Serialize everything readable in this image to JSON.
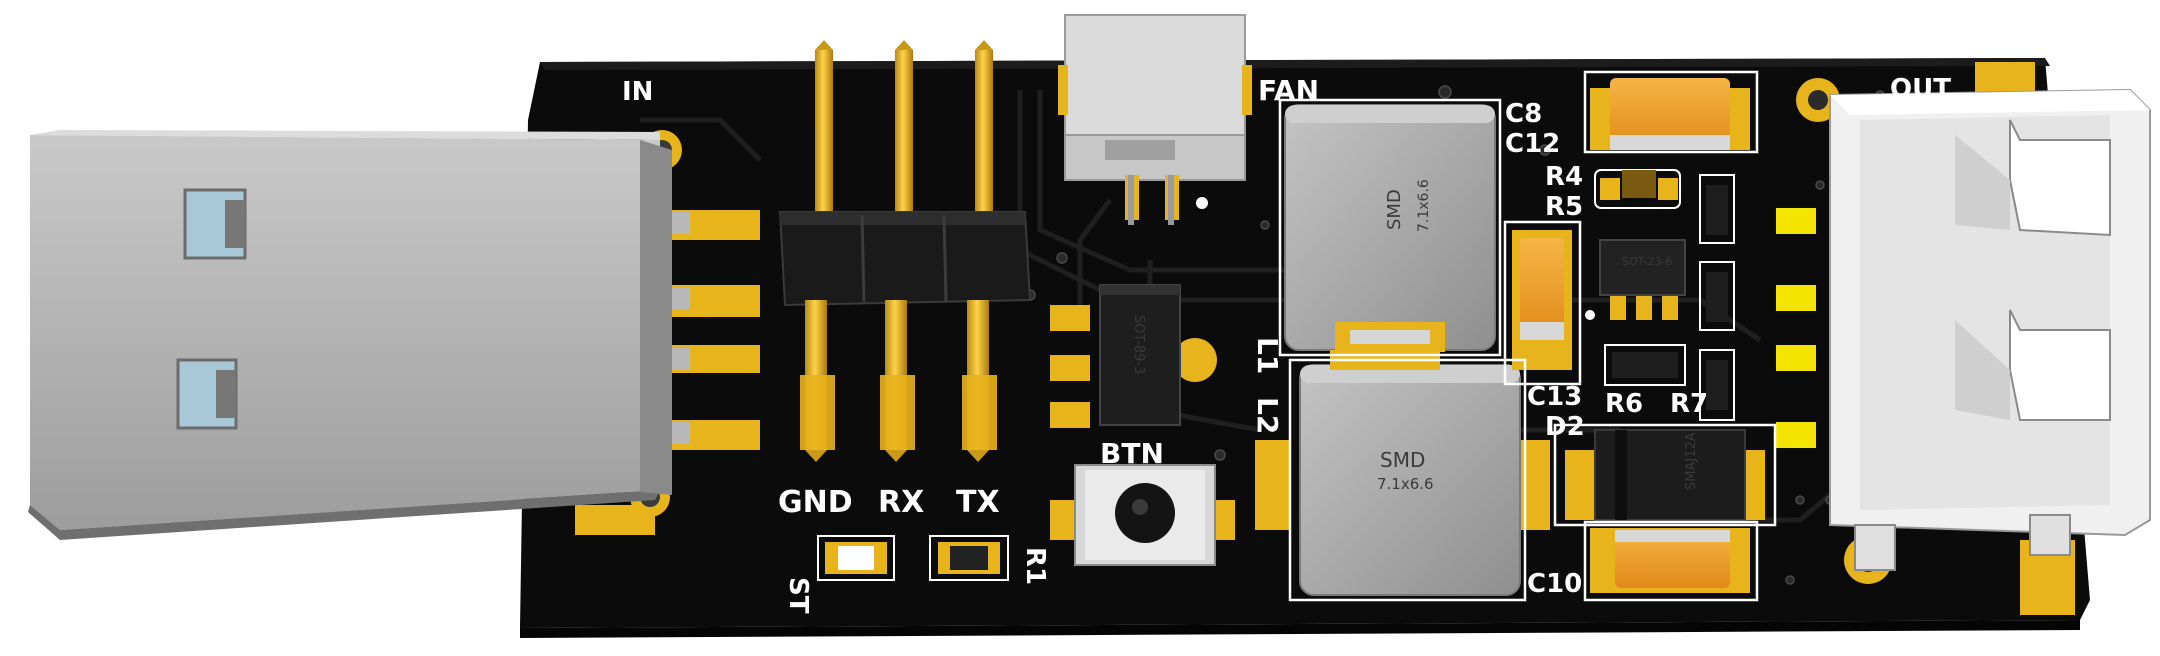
{
  "silkscreen": {
    "in": "IN",
    "fan": "FAN",
    "out": "OUT",
    "gnd": "GND",
    "rx": "RX",
    "tx": "TX",
    "btn": "BTN",
    "st": "ST",
    "r1": "R1",
    "c8": "C8",
    "c12": "C12",
    "r4": "R4",
    "r5": "R5",
    "l1": "L1",
    "l2": "L2",
    "c13": "C13",
    "d2": "D2",
    "r6": "R6",
    "r7": "R7",
    "c10": "C10"
  },
  "parts": {
    "l1_line1": "SMD",
    "l1_line2": "7.1x6.6",
    "l2_line1": "SMD",
    "l2_line2": "7.1x6.6",
    "reg_label": "SOT-89-3",
    "sot_label": "SOT-23-6",
    "diode_label": "SMAJ12A"
  },
  "colors": {
    "pcb": "#0b0b0b",
    "gold": "#e8b41c",
    "silkscreen": "#ffffff",
    "capacitor": "#f2a22a",
    "inductor": "#a9a9a9",
    "usb_metal": "#b0b0b0"
  }
}
